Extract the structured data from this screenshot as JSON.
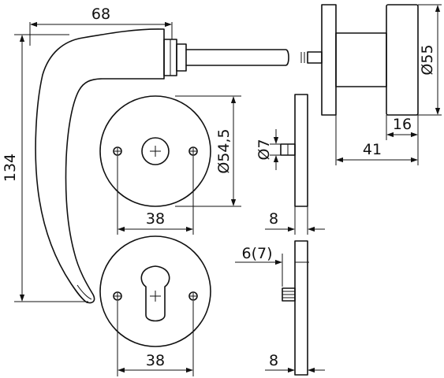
{
  "dimensions": {
    "lever_width": "68",
    "lever_height": "134",
    "rose_diameter": "Ø54,5",
    "rose_screw_spacing": "38",
    "escutcheon_screw_spacing": "38",
    "spindle_diameter": "Ø7",
    "rose_thickness": "8",
    "escutcheon_thickness": "8",
    "escutcheon_offset": "6(7)",
    "knob_diameter": "Ø55",
    "knob_depth": "16",
    "knob_projection": "41"
  }
}
